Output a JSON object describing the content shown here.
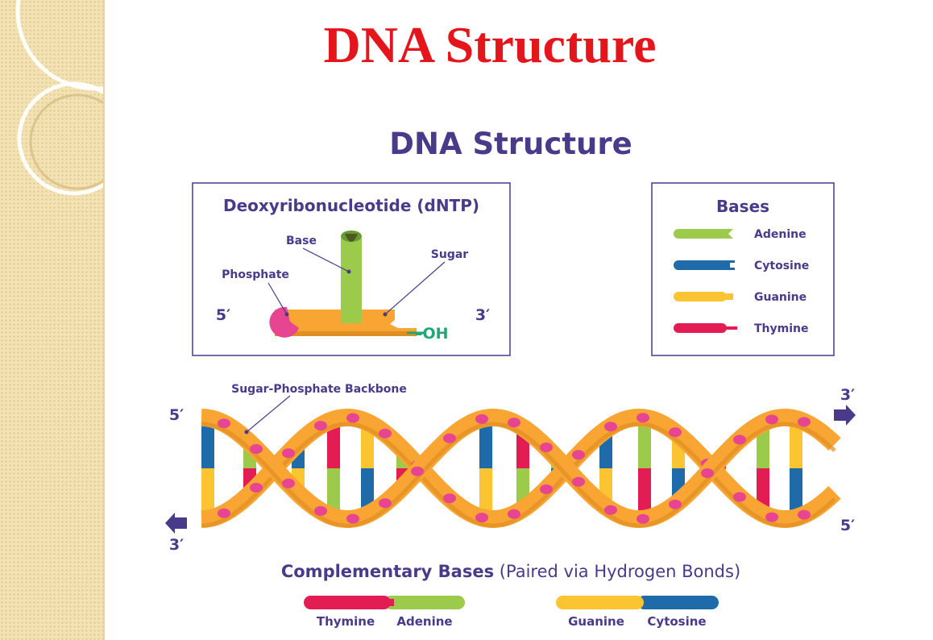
{
  "slide": {
    "title": "DNA Structure"
  },
  "diagram": {
    "heading": "DNA Structure",
    "dntp_panel": {
      "title": "Deoxyribonucleotide (dNTP)",
      "labels": {
        "base": "Base",
        "sugar": "Sugar",
        "phosphate": "Phosphate",
        "five_prime": "5′",
        "three_prime": "3′",
        "hydroxyl": "–OH"
      }
    },
    "bases_panel": {
      "title": "Bases",
      "items": [
        {
          "name": "Adenine",
          "color": "#9ccb4c"
        },
        {
          "name": "Cytosine",
          "color": "#1f6aa8"
        },
        {
          "name": "Guanine",
          "color": "#fbc531"
        },
        {
          "name": "Thymine",
          "color": "#e31c54"
        }
      ]
    },
    "helix": {
      "backbone_label": "Sugar-Phosphate Backbone",
      "left_top": "5′",
      "left_bottom": "3′",
      "right_top": "3′",
      "right_bottom": "5′",
      "backbone_color": "#f9a534",
      "phosphate_color": "#e74591"
    },
    "complementary": {
      "title_bold": "Complementary Bases",
      "title_rest": "(Paired via Hydrogen Bonds)",
      "pairs": [
        {
          "left": "Thymine",
          "right": "Adenine",
          "left_color": "#e31c54",
          "right_color": "#9ccb4c"
        },
        {
          "left": "Guanine",
          "right": "Cytosine",
          "left_color": "#fbc531",
          "right_color": "#1f6aa8"
        }
      ]
    }
  }
}
